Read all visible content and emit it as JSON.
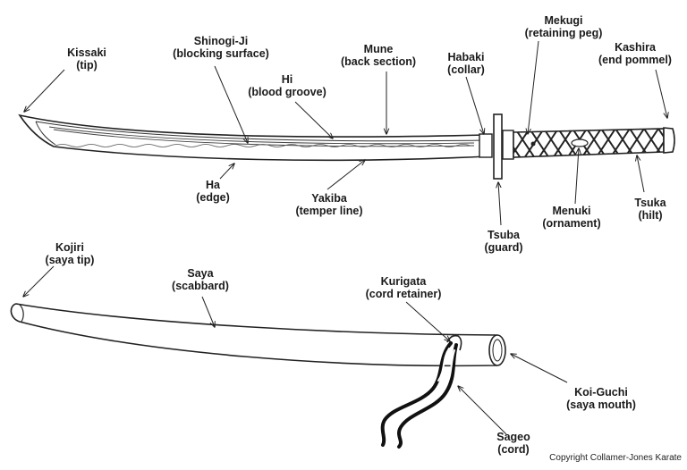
{
  "labels": {
    "kissaki": {
      "term": "Kissaki",
      "desc": "(tip)"
    },
    "shinogi": {
      "term": "Shinogi-Ji",
      "desc": "(blocking surface)"
    },
    "hi": {
      "term": "Hi",
      "desc": "(blood groove)"
    },
    "mune": {
      "term": "Mune",
      "desc": "(back section)"
    },
    "habaki": {
      "term": "Habaki",
      "desc": "(collar)"
    },
    "mekugi": {
      "term": "Mekugi",
      "desc": "(retaining peg)"
    },
    "kashira": {
      "term": "Kashira",
      "desc": "(end pommel)"
    },
    "ha": {
      "term": "Ha",
      "desc": "(edge)"
    },
    "yakiba": {
      "term": "Yakiba",
      "desc": "(temper line)"
    },
    "tsuba": {
      "term": "Tsuba",
      "desc": "(guard)"
    },
    "menuki": {
      "term": "Menuki",
      "desc": "(ornament)"
    },
    "tsuka": {
      "term": "Tsuka",
      "desc": "(hilt)"
    },
    "kojiri": {
      "term": "Kojiri",
      "desc": "(saya tip)"
    },
    "saya": {
      "term": "Saya",
      "desc": "(scabbard)"
    },
    "kurigata": {
      "term": "Kurigata",
      "desc": "(cord retainer)"
    },
    "koiguchi": {
      "term": "Koi-Guchi",
      "desc": "(saya mouth)"
    },
    "sageo": {
      "term": "Sageo",
      "desc": "(cord)"
    }
  },
  "copyright": "Copyright Collamer-Jones Karate"
}
